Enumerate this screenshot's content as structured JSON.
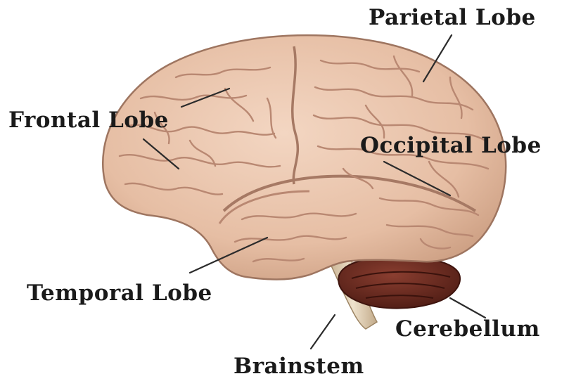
{
  "labels": {
    "parietal": "Parietal Lobe",
    "frontal": "Frontal Lobe",
    "occipital": "Occipital Lobe",
    "temporal": "Temporal Lobe",
    "cerebellum": "Cerebellum",
    "brainstem": "Brainstem"
  },
  "colors": {
    "cerebrum": "#e8c2a8",
    "cerebrum_shadow": "#c99c82",
    "sulcus": "#b98872",
    "cerebellum": "#6b2c20",
    "brainstem": "#d8c6ad",
    "leader_line": "#2b2b2b",
    "label_text": "#1a1a1a"
  }
}
